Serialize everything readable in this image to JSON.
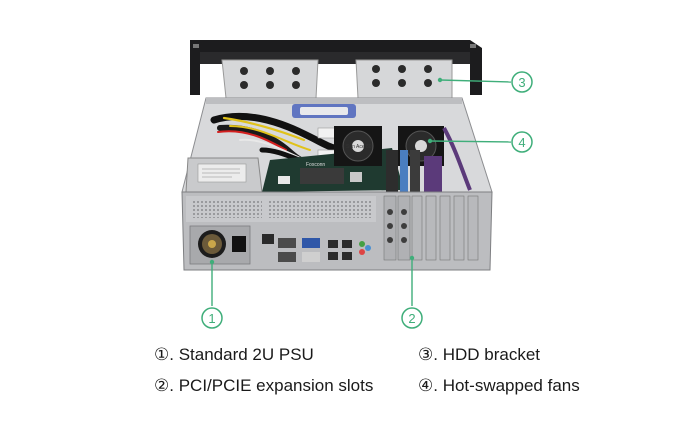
{
  "colors": {
    "callout": "#3fae7a",
    "chassis_front": "#b9bbbe",
    "chassis_dark": "#1b1b1d",
    "metal": "#d9dadc"
  },
  "callouts": [
    {
      "id": "1",
      "symbol": "①"
    },
    {
      "id": "2",
      "symbol": "②"
    },
    {
      "id": "3",
      "symbol": "③"
    },
    {
      "id": "4",
      "symbol": "④"
    }
  ],
  "legend": [
    {
      "symbol": "①.",
      "text": "Standard 2U PSU"
    },
    {
      "symbol": "②.",
      "text": "PCI/PCIE expansion slots"
    },
    {
      "symbol": "③.",
      "text": "HDD bracket"
    },
    {
      "symbol": "④.",
      "text": "Hot-swapped fans"
    }
  ],
  "labels": {
    "fan_brand": "Sun Ace 80",
    "board_brand": "Foxconn"
  }
}
